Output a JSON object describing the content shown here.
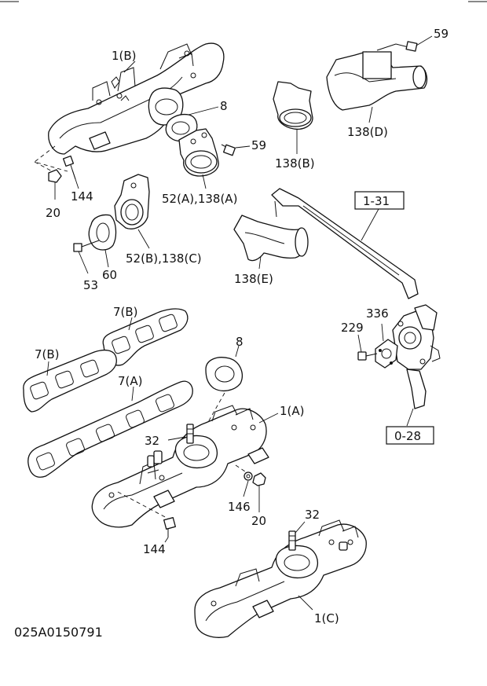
{
  "drawing_code": "025A0150791",
  "callouts": {
    "c_1B": "1(B)",
    "c_8_top": "8",
    "c_59_mid": "59",
    "c_144_top": "144",
    "c_20_top": "20",
    "c_52A_138A": "52(A),138(A)",
    "c_138B": "138(B)",
    "c_59_top": "59",
    "c_138D": "138(D)",
    "c_1_31": "1-31",
    "c_138E": "138(E)",
    "c_52B_138C": "52(B),138(C)",
    "c_60": "60",
    "c_53": "53",
    "c_7B_upper": "7(B)",
    "c_7B_left": "7(B)",
    "c_7A": "7(A)",
    "c_8_bottom": "8",
    "c_1A": "1(A)",
    "c_32_mid": "32",
    "c_146": "146",
    "c_20_bottom": "20",
    "c_144_bottom": "144",
    "c_32_bottom": "32",
    "c_1C": "1(C)",
    "c_229": "229",
    "c_336": "336",
    "c_0_28": "0-28"
  }
}
